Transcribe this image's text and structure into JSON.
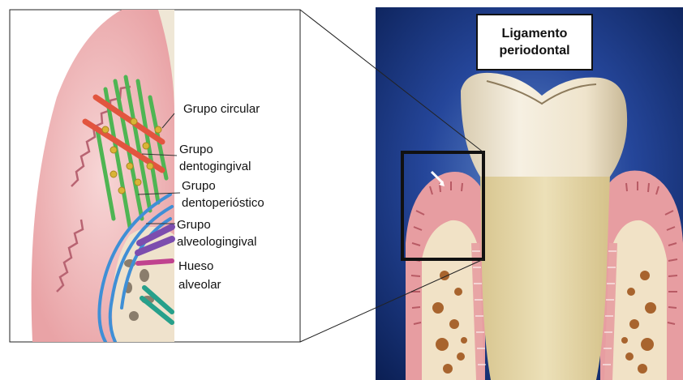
{
  "title": {
    "line1": "Ligamento",
    "line2": "periodontal"
  },
  "labels": {
    "circular": "Grupo circular",
    "dentogingival_1": "Grupo",
    "dentogingival_2": "dentogingival",
    "dentoperiostico_1": "Grupo",
    "dentoperiostico_2": "dentoperióstico",
    "alveologingival_1": "Grupo",
    "alveologingival_2": "alveologingival",
    "hueso_1": "Hueso",
    "hueso_2": "alveolar"
  },
  "colors": {
    "background_blue": "#0d2a66",
    "gingiva": "#e9a3a6",
    "enamel": "#efe7d6",
    "root": "#e5d6a8",
    "bone": "#f0e0c8",
    "fiber_circular": "#d9b436",
    "fiber_dentogingival": "#49b04d",
    "fiber_transseptal": "#e2553f",
    "fiber_dentoperiosteal": "#3f8fd6",
    "fiber_alveologingival": "#7c4dae",
    "fiber_bone": "#c0438f",
    "fiber_teal": "#27a08b"
  }
}
